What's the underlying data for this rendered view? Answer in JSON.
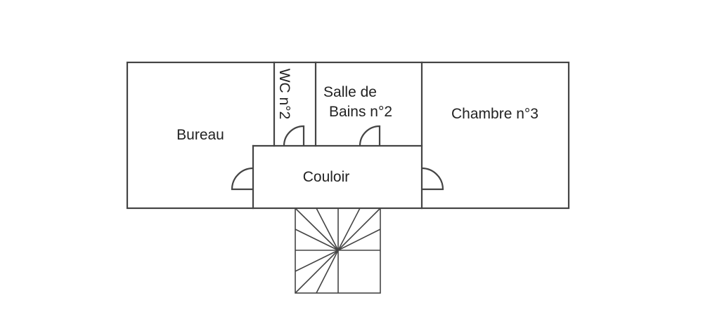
{
  "rooms": {
    "bureau": "Bureau",
    "wc": "WC n°2",
    "salle_de_bains_line1": "Salle de",
    "salle_de_bains_line2": "Bains n°2",
    "chambre": "Chambre n°3",
    "couloir": "Couloir"
  },
  "colors": {
    "line": "#444444",
    "text": "#222222",
    "background": "#ffffff"
  }
}
